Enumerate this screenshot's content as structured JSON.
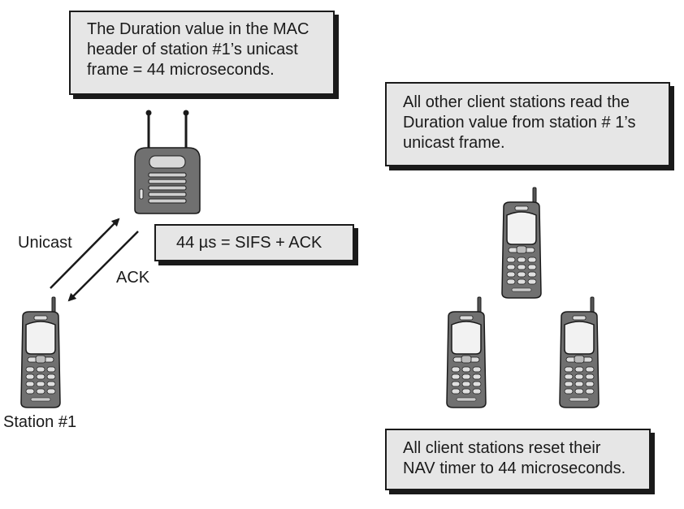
{
  "callouts": {
    "duration": "The Duration value in the MAC\nheader of station #1’s unicast\nframe = 44 microseconds.",
    "others": "All other client stations read the\nDuration value from station # 1’s\nunicast frame.",
    "sifs": "44 µs = SIFS + ACK",
    "nav": "All client stations reset their\nNAV timer to 44 microseconds."
  },
  "labels": {
    "unicast": "Unicast",
    "ack": "ACK",
    "station1": "Station #1"
  },
  "icons": {
    "access_point": "access-point-icon",
    "phone": "mobile-phone-icon"
  },
  "colors": {
    "device_body": "#6e6e6e",
    "device_screen": "#f2f2f2",
    "callout_fill": "#e6e6e6",
    "outline": "#1a1a1a"
  }
}
